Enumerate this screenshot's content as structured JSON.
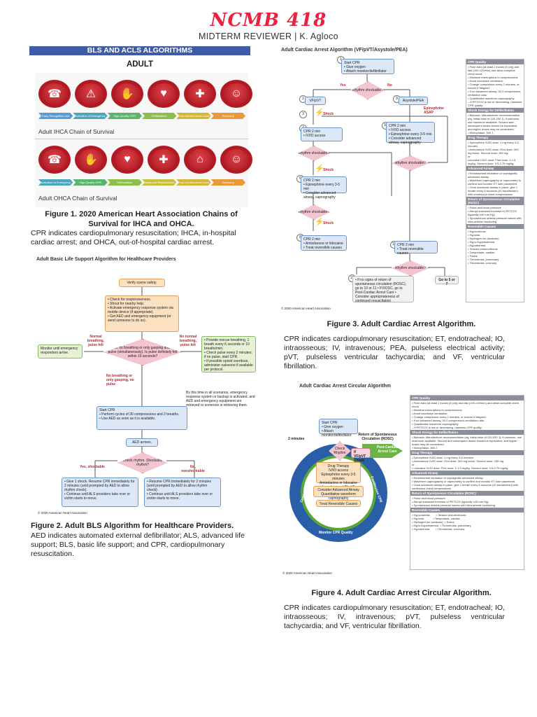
{
  "header": {
    "title": "NCMB 418",
    "subtitle": "MIDTERM REVIEWER | K. Agloco"
  },
  "banner": "BLS AND ACLS ALGORITHMS",
  "adult_label": "ADULT",
  "fig1": {
    "ihca_caption": "Adult IHCA Chain of Survival",
    "ohca_caption": "Adult OHCA Chain of Survival",
    "ihca_steps": [
      "Early Recognition and Prevention",
      "Activation of Emergency Response",
      "High-Quality CPR",
      "Defibrillation",
      "Post-Cardiac Arrest Care",
      "Recovery"
    ],
    "ohca_steps": [
      "Activation of Emergency Response",
      "High-Quality CPR",
      "Defibrillation",
      "Advanced Resuscitation",
      "Post-Cardiac Arrest Care",
      "Recovery"
    ],
    "caption_title": "Figure 1. 2020 American Heart Association Chains of Survival for IHCA and OHCA.",
    "caption_text": "CPR indicates cardiopulmonary resuscitation; IHCA, in-hospital cardiac arrest; and OHCA, out-of-hospital cardiac arrest."
  },
  "fig2": {
    "title": "Adult Basic Life Support Algorithm for Healthcare Providers",
    "verify": "Verify scene safety.",
    "check": "• Check for responsiveness.\n• Shout for nearby help.\n• Activate emergency response system via mobile device (if appropriate).\n• Get AED and emergency equipment (or send someone to do so).",
    "look": "Look for no breathing or only gasping and check pulse (simultaneously). Is pulse definitely felt within 10 seconds?",
    "normal": "Normal breathing, pulse felt",
    "monitor": "Monitor until emergency responders arrive.",
    "abnormal": "No normal breathing, pulse felt",
    "rescue": "• Provide rescue breathing, 1 breath every 6 seconds or 10 breaths/min.\n• Check pulse every 2 minutes; if no pulse, start CPR.\n• If possible opioid overdose, administer naloxone if available per protocol.",
    "nobreath": "No breathing or only gasping, no pulse",
    "bythis": "By this time in all scenarios, emergency response system or backup is activated, and AED and emergency equipment are retrieved or someone is retrieving them.",
    "startcpr": "Start CPR\n• Perform cycles of 30 compressions and 2 breaths.\n• Use AED as soon as it is available.",
    "aed": "AED arrives.",
    "rhythm": "Check rhythm. Shockable rhythm?",
    "yes": "Yes, shockable",
    "no": "No, nonshockable",
    "shock": "• Give 1 shock. Resume CPR immediately for 2 minutes (until prompted by AED to allow rhythm check).\n• Continue until ALS providers take over or victim starts to move.",
    "resume": "• Resume CPR immediately for 2 minutes (until prompted by AED to allow rhythm check).\n• Continue until ALS providers take over or victim starts to move.",
    "copyright": "© 2020 American Heart Association",
    "caption_title": "Figure 2. Adult BLS Algorithm for Healthcare Providers.",
    "caption_text": "AED indicates automated external defibrillator; ALS, advanced life support; BLS, basic life support; and CPR, cardiopulmonary resuscitation."
  },
  "fig3": {
    "title": "Adult Cardiac Arrest Algorithm (VF/pVT/Asystole/PEA)",
    "start": "Start CPR\n• Give oxygen\n• Attach monitor/defibrillator",
    "shockable": "Rhythm shockable?",
    "yes": "Yes",
    "no": "No",
    "vf": "VF/pVT",
    "asys": "Asystole/PEA",
    "shock": "Shock",
    "epi": "Epinephrine ASAP",
    "cpr4": "CPR 2 min\n• IV/IO access",
    "cpr10": "CPR 2 min\n• IV/IO access\n• Epinephrine every 3-5 min\n• Consider advanced airway, capnography",
    "cpr6": "CPR 2 min\n• Epinephrine every 3-5 min\n• Consider advanced airway, capnography",
    "cpr8": "CPR 2 min\n• Amiodarone or lidocaine\n• Treat reversible causes",
    "cpr11": "CPR 2 min\n• Treat reversible causes",
    "rosc": "• If no signs of return of spontaneous circulation (ROSC), go to 10 or 11\n• If ROSC, go to Post-Cardiac Arrest Care\n• Consider appropriateness of continued resuscitation",
    "goto": "Go to 5 or 7",
    "copyright": "© 2020 American Heart Association",
    "side": [
      {
        "h": "CPR Quality",
        "b": "• Push hard (at least 2 inches [5 cm]) and fast (100-120/min) and allow complete chest recoil.\n• Minimize interruptions in compressions.\n• Avoid excessive ventilation.\n• Change compressor every 2 minutes, or sooner if fatigued.\n• If no advanced airway, 30:2 compression-ventilation ratio.\n• Quantitative waveform capnography\n  – If PETCO2 is low or decreasing, reassess CPR quality."
      },
      {
        "h": "Shock Energy for Defibrillation",
        "b": "• Biphasic: Manufacturer recommendation (eg, initial dose of 120-200 J); if unknown, use maximum available. Second and subsequent doses should be equivalent, and higher doses may be considered.\n• Monophasic: 360 J"
      },
      {
        "h": "Drug Therapy",
        "b": "• Epinephrine IV/IO dose: 1 mg every 3-5 minutes\n• Amiodarone IV/IO dose: First dose: 300 mg bolus. Second dose: 150 mg.\nor\nLidocaine IV/IO dose: First dose: 1-1.5 mg/kg. Second dose: 0.5-0.75 mg/kg."
      },
      {
        "h": "Advanced Airway",
        "b": "• Endotracheal intubation or supraglottic advanced airway\n• Waveform capnography or capnometry to confirm and monitor ET tube placement\n• Once advanced airway in place, give 1 breath every 6 seconds (10 breaths/min) with continuous chest compressions"
      },
      {
        "h": "Return of Spontaneous Circulation (ROSC)",
        "b": "• Pulse and blood pressure\n• Abrupt sustained increase in PETCO2 (typically ≥40 mm Hg)\n• Spontaneous arterial pressure waves with intra-arterial monitoring"
      },
      {
        "h": "Reversible Causes",
        "b": "• Hypovolemia\n• Hypoxia\n• Hydrogen ion (acidosis)\n• Hypo-/hyperkalemia\n• Hypothermia\n• Tension pneumothorax\n• Tamponade, cardiac\n• Toxins\n• Thrombosis, pulmonary\n• Thrombosis, coronary"
      }
    ],
    "caption_title": "Figure 3. Adult Cardiac Arrest Algorithm.",
    "caption_text": "CPR indicates cardiopulmonary resuscitation; ET, endotracheal; IO, intraosseous; IV, intravenous; PEA, pulseless electrical activity; pVT, pulseless ventricular tachycardia; and VF, ventricular fibrillation."
  },
  "fig4": {
    "title": "Adult Cardiac Arrest Circular Algorithm",
    "start": "Start CPR\n• Give oxygen\n• Attach monitor/defibrillator",
    "two_min": "2 minutes",
    "check": "Check Rhythm",
    "vf_shock": "If VF/pVT Shock",
    "rosc": "Return of Spontaneous Circulation (ROSC)",
    "post": "Post-Cardiac Arrest Care",
    "drug": "Drug Therapy\nIV/IO access\nEpinephrine every 3-5 minutes\nAmiodarone or lidocaine for refractory VF/pVT",
    "airway": "Consider Advanced Airway\nQuantitative waveform capnography",
    "reversible": "Treat Reversible Causes",
    "ring_left": "Continuous CPR",
    "ring_right": "Continuous CPR",
    "ring_bottom": "Monitor CPR Quality",
    "copyright": "© 2020 American Heart Association",
    "side": [
      {
        "h": "CPR Quality",
        "b": "• Push hard (at least 2 inches [5 cm]) and fast (100-120/min) and allow complete chest recoil.\n• Minimize interruptions in compressions.\n• Avoid excessive ventilation.\n• Change compressor every 2 minutes, or sooner if fatigued.\n• If no advanced airway, 30:2 compression-ventilation ratio.\n• Quantitative waveform capnography\n  – If PETCO2 is low or decreasing, reassess CPR quality."
      },
      {
        "h": "Shock Energy for Defibrillation",
        "b": "• Biphasic: Manufacturer recommendation (eg, initial dose of 120-200 J); if unknown, use maximum available. Second and subsequent doses should be equivalent, and higher doses may be considered.\n• Monophasic: 360 J"
      },
      {
        "h": "Drug Therapy",
        "b": "• Epinephrine IV/IO dose: 1 mg every 3-5 minutes\n• Amiodarone IV/IO dose: First dose: 300 mg bolus. Second dose: 150 mg.\nor\n• Lidocaine IV/IO dose: First dose: 1-1.5 mg/kg. Second dose: 0.5-0.75 mg/kg."
      },
      {
        "h": "Advanced Airway",
        "b": "• Endotracheal intubation or supraglottic advanced airway\n• Waveform capnography or capnometry to confirm and monitor ET tube placement\n• Once advanced airway in place, give 1 breath every 6 seconds (10 breaths/min) with continuous chest compressions"
      },
      {
        "h": "Return of Spontaneous Circulation (ROSC)",
        "b": "• Pulse and blood pressure\n• Abrupt sustained increase in PETCO2 (typically ≥40 mm Hg)\n• Spontaneous arterial pressure waves with intra-arterial monitoring"
      },
      {
        "h": "Reversible Causes",
        "b": "• Hypovolemia        • Tension pneumothorax\n• Hypoxia            • Tamponade, cardiac\n• Hydrogen ion (acidosis)  • Toxins\n• Hypo-/hyperkalemia  • Thrombosis, pulmonary\n• Hypothermia        • Thrombosis, coronary"
      }
    ],
    "caption_title": "Figure 4. Adult Cardiac Arrest Circular Algorithm.",
    "caption_text": "CPR indicates cardiopulmonary resuscitation; ET, endotracheal; IO, intraosseous; IV, intravenous; pVT, pulseless ventricular tachycardia; and VF, ventricular fibrillation."
  }
}
